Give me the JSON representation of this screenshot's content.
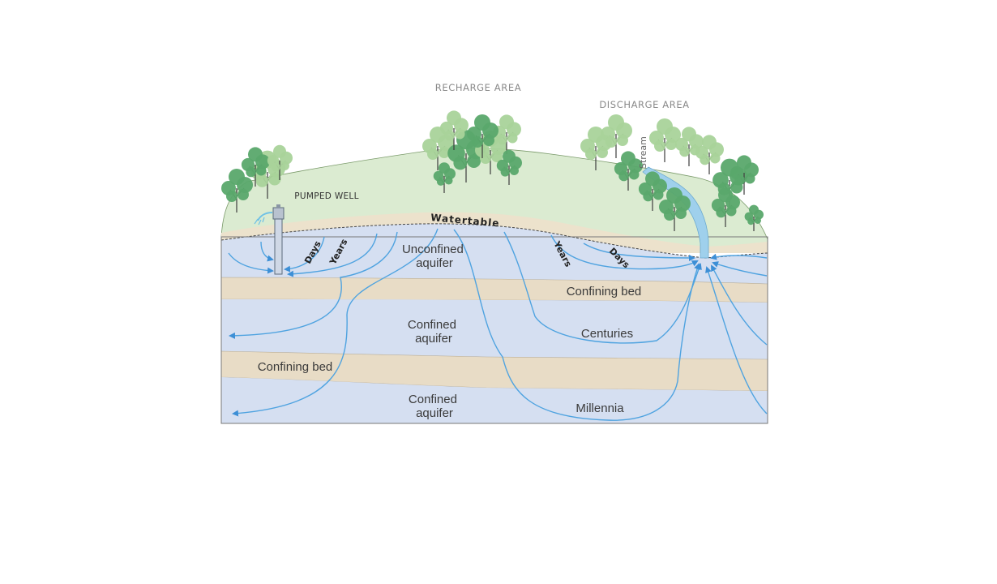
{
  "labels": {
    "recharge_area": "RECHARGE AREA",
    "discharge_area": "DISCHARGE AREA",
    "pumped_well": "PUMPED WELL",
    "stream": "Stream",
    "water_table": "Watertable",
    "unconfined_aquifer": [
      "Unconfined",
      "aquifer"
    ],
    "confining_bed_upper": "Confining bed",
    "confined_aquifer_upper": [
      "Confined",
      "aquifer"
    ],
    "confining_bed_lower": "Confining bed",
    "confined_aquifer_lower": [
      "Confined",
      "aquifer"
    ]
  },
  "travel_times": {
    "days_left": "Days",
    "years_left": "Years",
    "years_right": "Years",
    "days_right": "Days",
    "centuries": "Centuries",
    "millennia": "Millennia"
  },
  "colors": {
    "land": "#dbebd1",
    "unsaturated": "#ece2cc",
    "aquifer": "#d5dff1",
    "confining_bed": "#e8dcc6",
    "flow_lines": "#4fa3e0",
    "tree_dark": "#5aa86b",
    "tree_light": "#a9d39a",
    "stream": "#9fd0ec"
  }
}
